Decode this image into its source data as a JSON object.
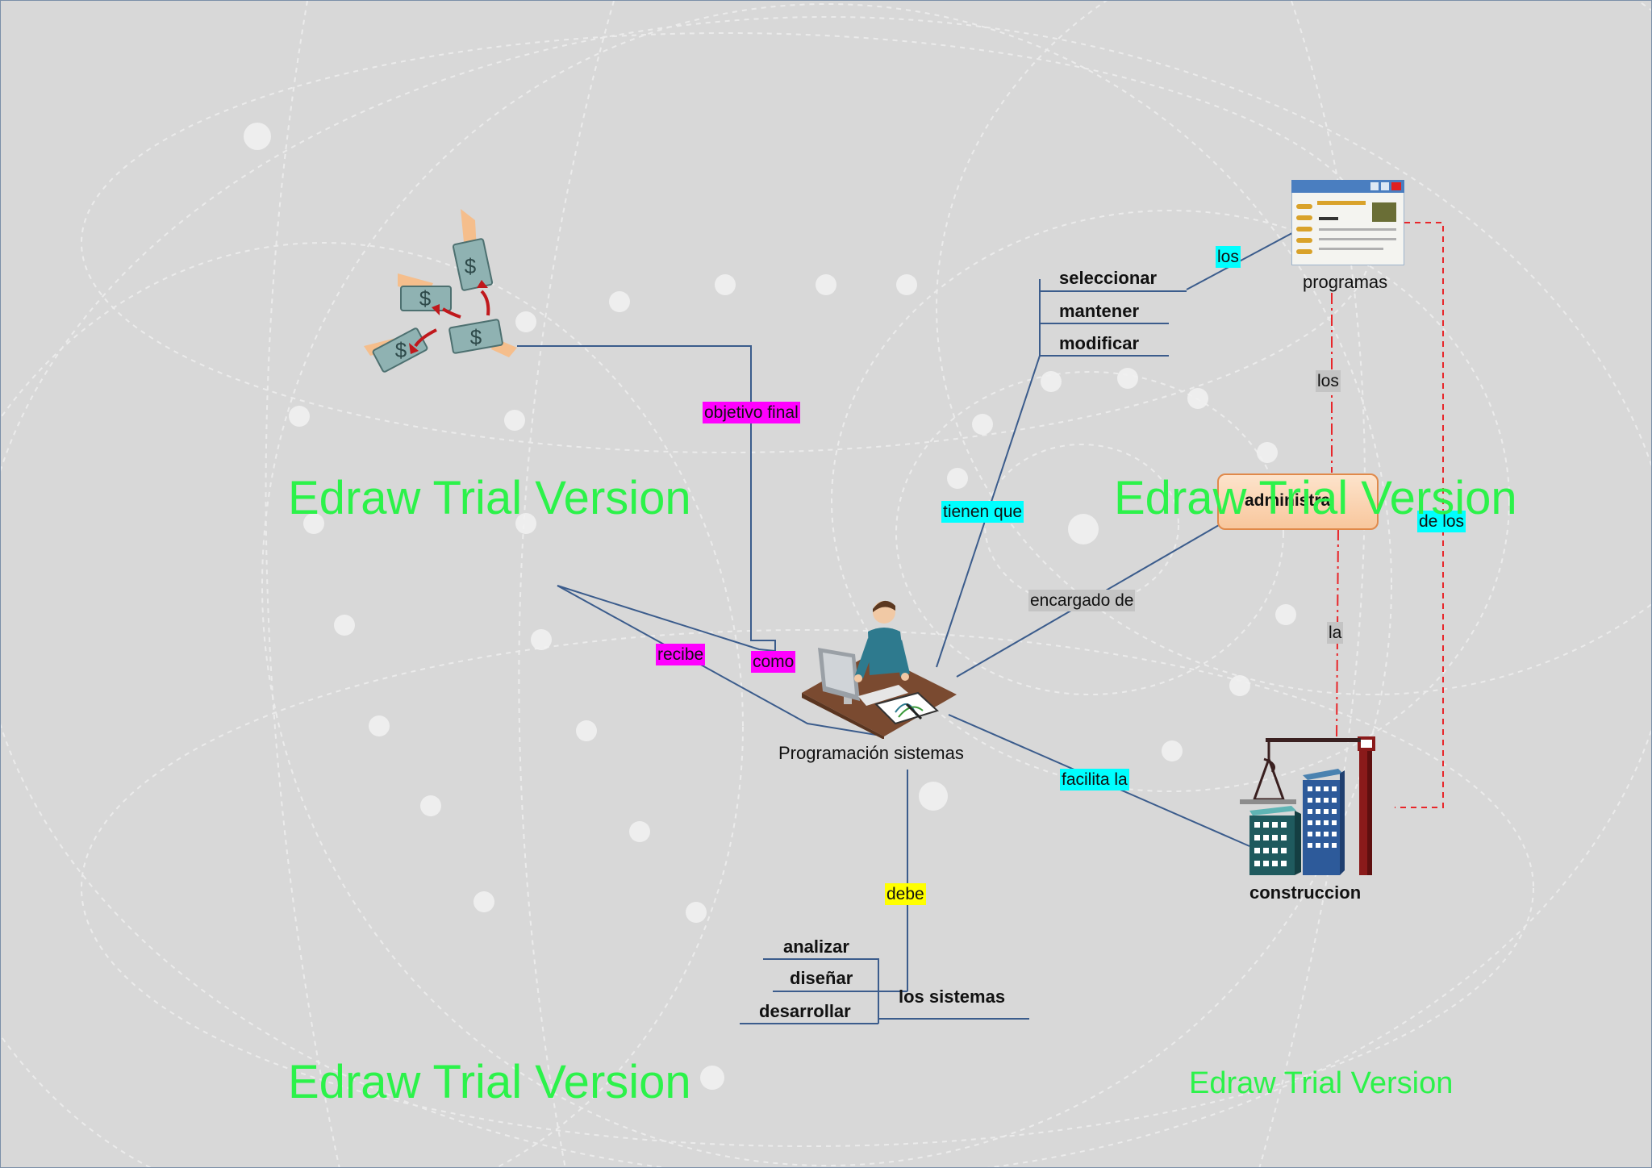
{
  "central": {
    "title": "Programación sistemas"
  },
  "connectors": {
    "objetivo": "objetivo final",
    "como": "como",
    "recibe": "recibe",
    "tienen_que": "tienen que",
    "encargado_de": "encargado de",
    "facilita_la": "facilita la",
    "debe": "debe",
    "los_top": "los",
    "los_mid": "los",
    "la": "la",
    "de_los": "de los"
  },
  "actions_top": [
    "seleccionar",
    "mantener",
    "modificar"
  ],
  "actions_bottom": [
    "analizar",
    "diseñar",
    "desarrollar"
  ],
  "target_bottom": "los sistemas",
  "nodes": {
    "programas": "programas",
    "administra": "administra",
    "construccion": "construccion"
  },
  "watermarks": [
    "Edraw Trial Version",
    "Edraw Trial Version",
    "Edraw Trial Version",
    "Edraw Trial Version"
  ],
  "colors": {
    "magenta": "#ff00ff",
    "cyan": "#00ffff",
    "yellow": "#ffff00",
    "gray_label": "#c4c4c4",
    "line": "#3b5c8c",
    "red_dash": "#e8262a",
    "watermark": "#2cf24a"
  },
  "icons": [
    "money-transfer-icon",
    "programmer-desk-icon",
    "program-window-icon",
    "construction-buildings-icon"
  ]
}
